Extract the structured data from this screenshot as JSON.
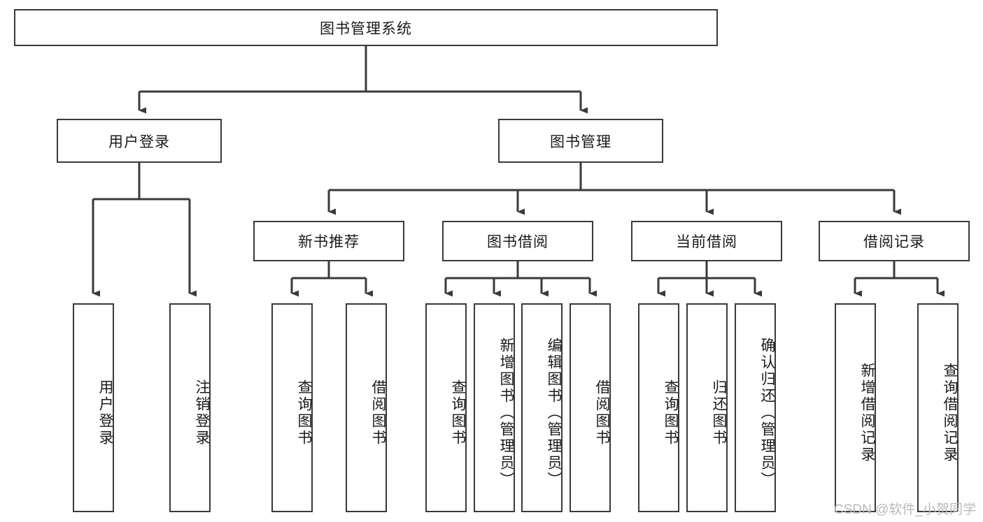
{
  "diagram": {
    "type": "tree-hierarchy",
    "title": "图书管理系统",
    "root": {
      "label": "图书管理系统"
    },
    "level2": [
      {
        "label": "用户登录"
      },
      {
        "label": "图书管理"
      }
    ],
    "level3": [
      {
        "label": "新书推荐"
      },
      {
        "label": "图书借阅"
      },
      {
        "label": "当前借阅"
      },
      {
        "label": "借阅记录"
      }
    ],
    "leaves": {
      "user_login": [
        {
          "label": "用户登录"
        },
        {
          "label": "注销登录"
        }
      ],
      "new_book_recommend": [
        {
          "label": "查询图书"
        },
        {
          "label": "借阅图书"
        }
      ],
      "book_borrow": [
        {
          "label": "查询图书"
        },
        {
          "label": "新增图书（管理员）"
        },
        {
          "label": "编辑图书（管理员）"
        },
        {
          "label": "借阅图书"
        }
      ],
      "current_borrow": [
        {
          "label": "查询图书"
        },
        {
          "label": "归还图书"
        },
        {
          "label": "确认归还（管理员）"
        }
      ],
      "borrow_record": [
        {
          "label": "新增借阅记录"
        },
        {
          "label": "查询借阅记录"
        }
      ]
    }
  },
  "watermark": {
    "text": "CSDN @软件_小贺同学"
  },
  "colors": {
    "box_border": "#3a3a3a",
    "box_fill": "#ffffff",
    "connector": "#3a3a3a",
    "text": "#1a1a1a",
    "watermark": "#b9b9b9",
    "background": "#ffffff"
  }
}
